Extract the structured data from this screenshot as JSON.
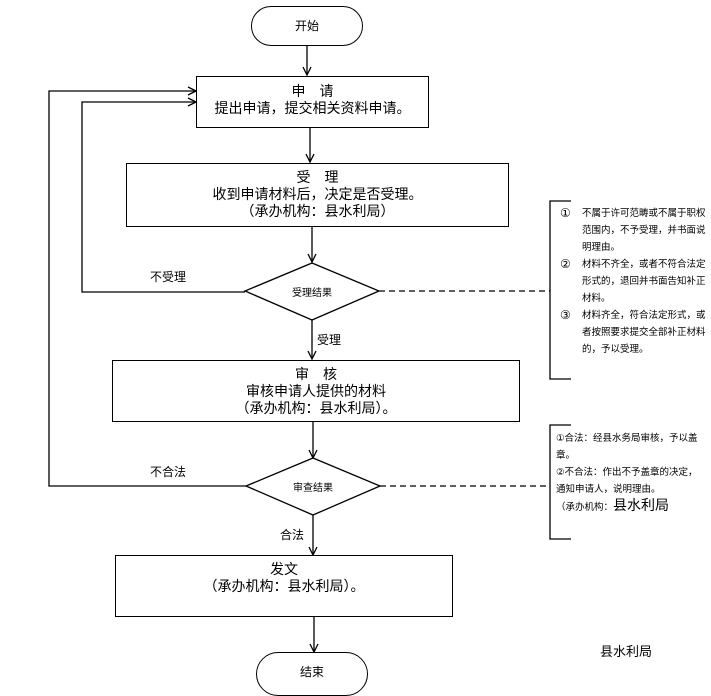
{
  "flowchart": {
    "start": "开始",
    "end": "结束",
    "steps": [
      {
        "title": "申　请",
        "lines": [
          "提出申请，提交相关资料申请。"
        ]
      },
      {
        "title": "受　理",
        "lines": [
          "收到申请材料后，决定是否受理。",
          "（承办机构：县水利局）"
        ]
      },
      {
        "title": "审　核",
        "lines": [
          "审核申请人提供的材料",
          "（承办机构：县水利局）。"
        ]
      },
      {
        "title": "发文",
        "lines": [
          "（承办机构：县水利局）。"
        ]
      }
    ],
    "decisions": [
      {
        "label": "受理结果",
        "yes": "受理",
        "no": "不受理"
      },
      {
        "label": "审查结果",
        "yes": "合法",
        "no": "不合法"
      }
    ],
    "notes": {
      "acceptance": [
        {
          "num": "①",
          "text": "不属于许可范畴或不属于职权范围内，不予受理，并书面说明理由。"
        },
        {
          "num": "②",
          "text": "材料不齐全，或者不符合法定形式的，退回并书面告知补正材料。"
        },
        {
          "num": "③",
          "text": "材料齐全，符合法定形式，或者按照要求提交全部补正材料的，予以受理。"
        }
      ],
      "review": {
        "lines": [
          "①合法：经县水务局审核，予以盖章。",
          "②不合法：作出不予盖章的决定，通知申请人，说明理由。"
        ],
        "agency_prefix": "（承办机构：",
        "agency_name": "县水利局"
      }
    },
    "footer_label": "县水利局"
  }
}
